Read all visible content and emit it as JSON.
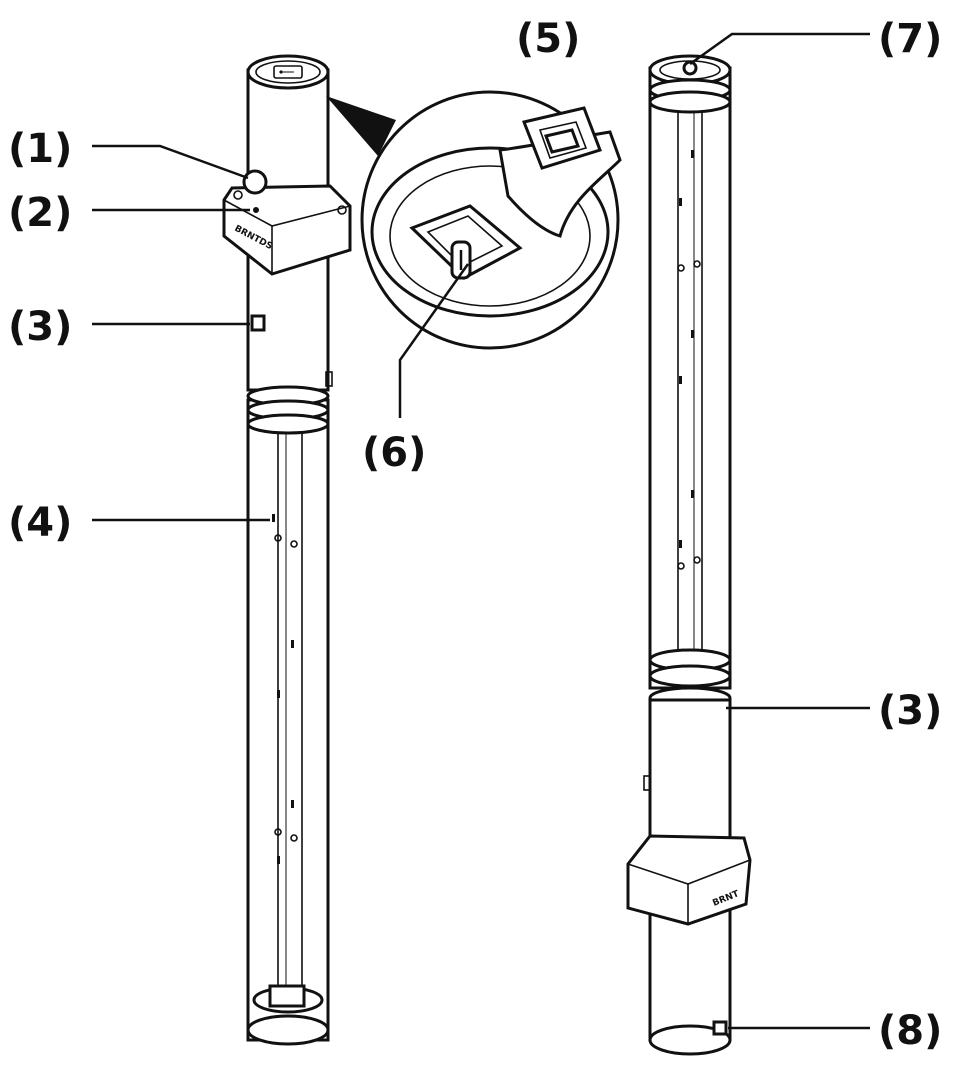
{
  "callouts": {
    "c1": "(1)",
    "c2": "(2)",
    "c3_left": "(3)",
    "c4": "(4)",
    "c5": "(5)",
    "c6": "(6)",
    "c7": "(7)",
    "c3_right": "(3)",
    "c8": "(8)"
  },
  "colors": {
    "ink": "#111111",
    "paper": "#ffffff"
  },
  "icons": {
    "usb_port": "usb-icon"
  }
}
